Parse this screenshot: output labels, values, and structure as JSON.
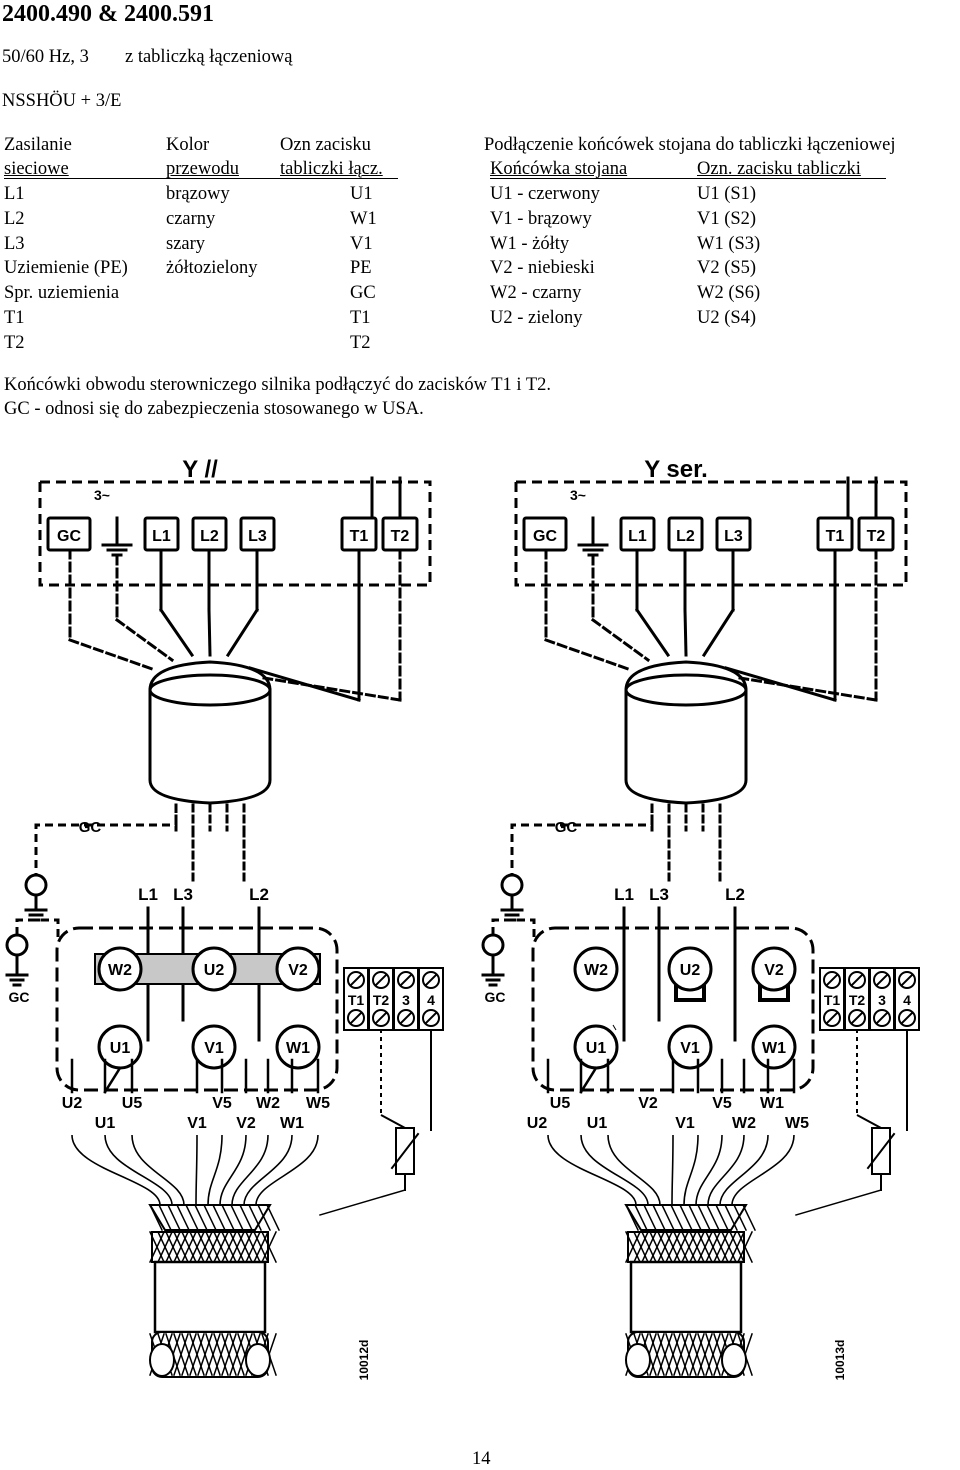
{
  "header": {
    "title": "2400.490 & 2400.591",
    "freq": "50/60 Hz, 3",
    "box_note": "z tabliczką łączeniową",
    "model": "NSSHÖU + 3/E"
  },
  "supply_table": {
    "headers": [
      [
        "Zasilanie",
        "sieciowe"
      ],
      [
        "Kolor",
        "przewodu"
      ],
      [
        "Ozn zacisku",
        "tabliczki łącz."
      ]
    ],
    "rows": [
      [
        "L1",
        "brązowy",
        "U1"
      ],
      [
        "L2",
        "czarny",
        "W1"
      ],
      [
        "L3",
        "szary",
        "V1"
      ],
      [
        "Uziemienie (PE)",
        "żółtozielony",
        "PE"
      ],
      [
        "Spr. uziemienia",
        "",
        "GC"
      ],
      [
        "T1",
        "",
        "T1"
      ],
      [
        "T2",
        "",
        "T2"
      ]
    ]
  },
  "stator_table": {
    "title": "Podłączenie końcówek stojana do tabliczki łączeniowej",
    "headers": [
      "Końcówka stojana",
      "Ozn. zacisku tabliczki"
    ],
    "rows": [
      [
        "U1 - czerwony",
        "U1  (S1)"
      ],
      [
        "V1  - brązowy",
        "V1  (S2)"
      ],
      [
        "W1 - żółty",
        "W1  (S3)"
      ],
      [
        "V2  - niebieski",
        "V2  (S5)"
      ],
      [
        "W2  - czarny",
        "W2  (S6)"
      ],
      [
        "U2 - zielony",
        "U2  (S4)"
      ]
    ]
  },
  "notes": [
    "Końcówki obwodu sterowniczego silnika podłączyć do zacisków T1 i T2.",
    "GC - odnosi się do zabezpieczenia stosowanego w USA."
  ],
  "diagrams": [
    {
      "title": "Y //",
      "phase": "3~",
      "terminals": [
        "GC",
        "L1",
        "L2",
        "L3",
        "T1",
        "T2"
      ],
      "gc_label": "GC",
      "line_labels": [
        "L1",
        "L3",
        "L2"
      ],
      "box_top": [
        "W2",
        "U2",
        "V2"
      ],
      "box_bottom": [
        "U1",
        "V1",
        "W1"
      ],
      "strip": [
        "T1",
        "T2",
        "3",
        "4"
      ],
      "gc_ground": "GC",
      "leads_row1": [
        "U2",
        "U5",
        "V5",
        "W2",
        "W5"
      ],
      "leads_row2": [
        "U1",
        "V1",
        "V2",
        "W1"
      ],
      "code": "10012d"
    },
    {
      "title": "Y ser.",
      "phase": "3~",
      "terminals": [
        "GC",
        "L1",
        "L2",
        "L3",
        "T1",
        "T2"
      ],
      "gc_label": "GC",
      "line_labels": [
        "L1",
        "L3",
        "L2"
      ],
      "box_top": [
        "W2",
        "U2",
        "V2"
      ],
      "box_bottom": [
        "U1",
        "V1",
        "W1"
      ],
      "strip": [
        "T1",
        "T2",
        "3",
        "4"
      ],
      "gc_ground": "GC",
      "leads_row1": [
        "U5",
        "V2",
        "V5",
        "W1"
      ],
      "leads_row2": [
        "U2",
        "U1",
        "V1",
        "W2",
        "W5"
      ],
      "code": "10013d"
    }
  ],
  "page_number": "14"
}
